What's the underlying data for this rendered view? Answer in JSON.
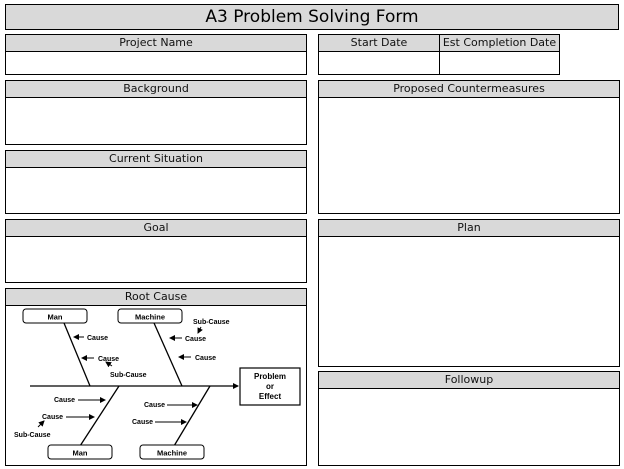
{
  "form": {
    "title": "A3 Problem Solving Form",
    "sections": {
      "project_name": "Project Name",
      "start_date": "Start Date",
      "est_completion_date": "Est Completion Date",
      "background": "Background",
      "proposed_countermeasures": "Proposed Countermeasures",
      "current_situation": "Current Situation",
      "goal": "Goal",
      "plan": "Plan",
      "root_cause": "Root Cause",
      "followup": "Followup"
    }
  },
  "diagram": {
    "categories": [
      "Man",
      "Machine",
      "Man",
      "Machine"
    ],
    "cause_label": "Cause",
    "sub_cause_label": "Sub-Cause",
    "effect_lines": [
      "Problem",
      "or",
      "Effect"
    ]
  }
}
